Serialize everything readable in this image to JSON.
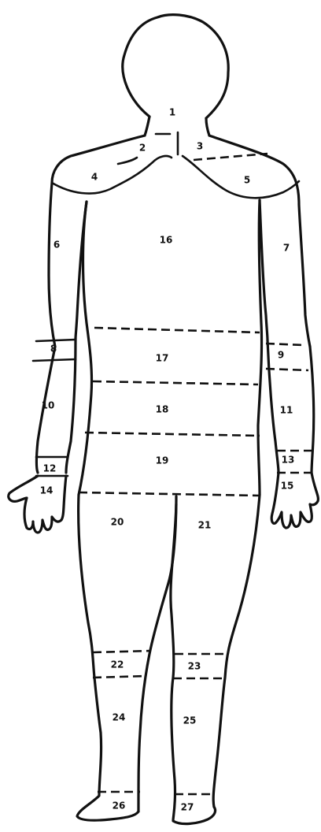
{
  "regions": [
    {
      "id": "region-1",
      "label": "1"
    },
    {
      "id": "region-2",
      "label": "2"
    },
    {
      "id": "region-3",
      "label": "3"
    },
    {
      "id": "region-4",
      "label": "4"
    },
    {
      "id": "region-5",
      "label": "5"
    },
    {
      "id": "region-6",
      "label": "6"
    },
    {
      "id": "region-7",
      "label": "7"
    },
    {
      "id": "region-8",
      "label": "8"
    },
    {
      "id": "region-9",
      "label": "9"
    },
    {
      "id": "region-10",
      "label": "10"
    },
    {
      "id": "region-11",
      "label": "11"
    },
    {
      "id": "region-12",
      "label": "12"
    },
    {
      "id": "region-13",
      "label": "13"
    },
    {
      "id": "region-14",
      "label": "14"
    },
    {
      "id": "region-15",
      "label": "15"
    },
    {
      "id": "region-16",
      "label": "16"
    },
    {
      "id": "region-17",
      "label": "17"
    },
    {
      "id": "region-18",
      "label": "18"
    },
    {
      "id": "region-19",
      "label": "19"
    },
    {
      "id": "region-20",
      "label": "20"
    },
    {
      "id": "region-21",
      "label": "21"
    },
    {
      "id": "region-22",
      "label": "22"
    },
    {
      "id": "region-23",
      "label": "23"
    },
    {
      "id": "region-24",
      "label": "24"
    },
    {
      "id": "region-25",
      "label": "25"
    },
    {
      "id": "region-26",
      "label": "26"
    },
    {
      "id": "region-27",
      "label": "27"
    }
  ]
}
